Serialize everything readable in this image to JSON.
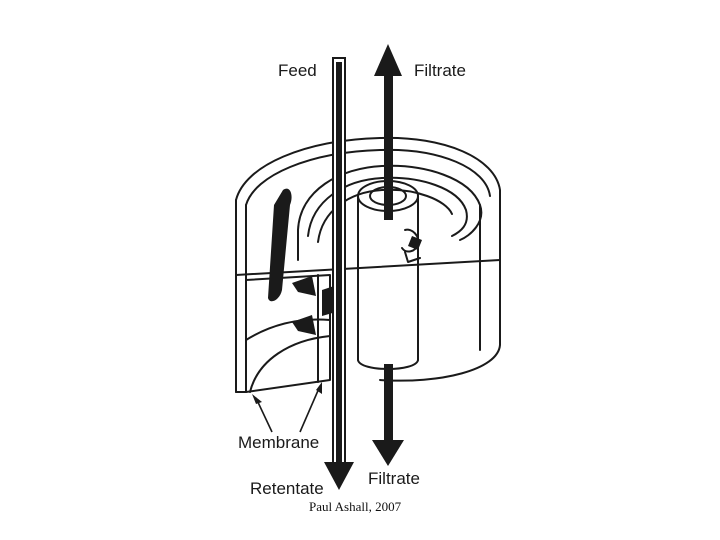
{
  "labels": {
    "feed": "Feed",
    "filtrate_top": "Filtrate",
    "membrane": "Membrane",
    "retentate": "Retentate",
    "filtrate_bottom": "Filtrate"
  },
  "credit": "Paul Ashall, 2007",
  "colors": {
    "line": "#1a1a1a",
    "arrow": "#1a1a1a",
    "background": "#ffffff"
  }
}
